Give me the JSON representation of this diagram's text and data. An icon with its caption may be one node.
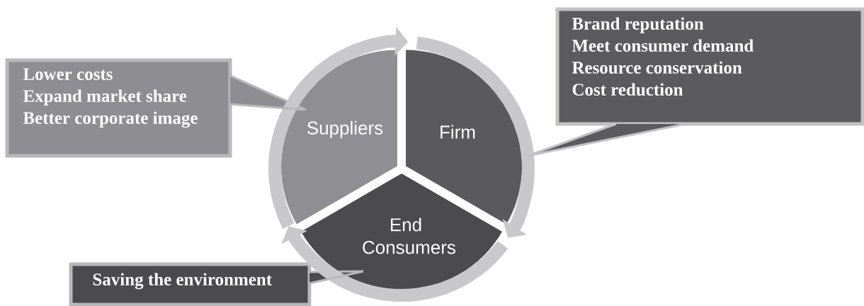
{
  "diagram": {
    "nodes": [
      {
        "text": [
          "Suppliers"
        ]
      },
      {
        "text": [
          "Firm"
        ]
      },
      {
        "text": [
          "End Consumers"
        ]
      },
      {
        "text": [
          "Lower costs",
          "Expand market share",
          "Better corporate image"
        ]
      },
      {
        "text": [
          "Brand reputation",
          "Meet consumer demand",
          "Resource conservation",
          "Cost reduction"
        ]
      },
      {
        "text": [
          "Saving the environment"
        ]
      }
    ],
    "edges": [
      {
        "from": 0,
        "to": 1,
        "arrow": "to",
        "style": "thick"
      },
      {
        "from": 1,
        "to": 2,
        "arrow": "to",
        "style": "thick"
      },
      {
        "from": 2,
        "to": 0,
        "arrow": "to",
        "style": "thick"
      },
      {
        "from": 3,
        "to": 0,
        "arrow": "none"
      },
      {
        "from": 4,
        "to": 1,
        "arrow": "none"
      },
      {
        "from": 5,
        "to": 2,
        "arrow": "none"
      }
    ]
  }
}
